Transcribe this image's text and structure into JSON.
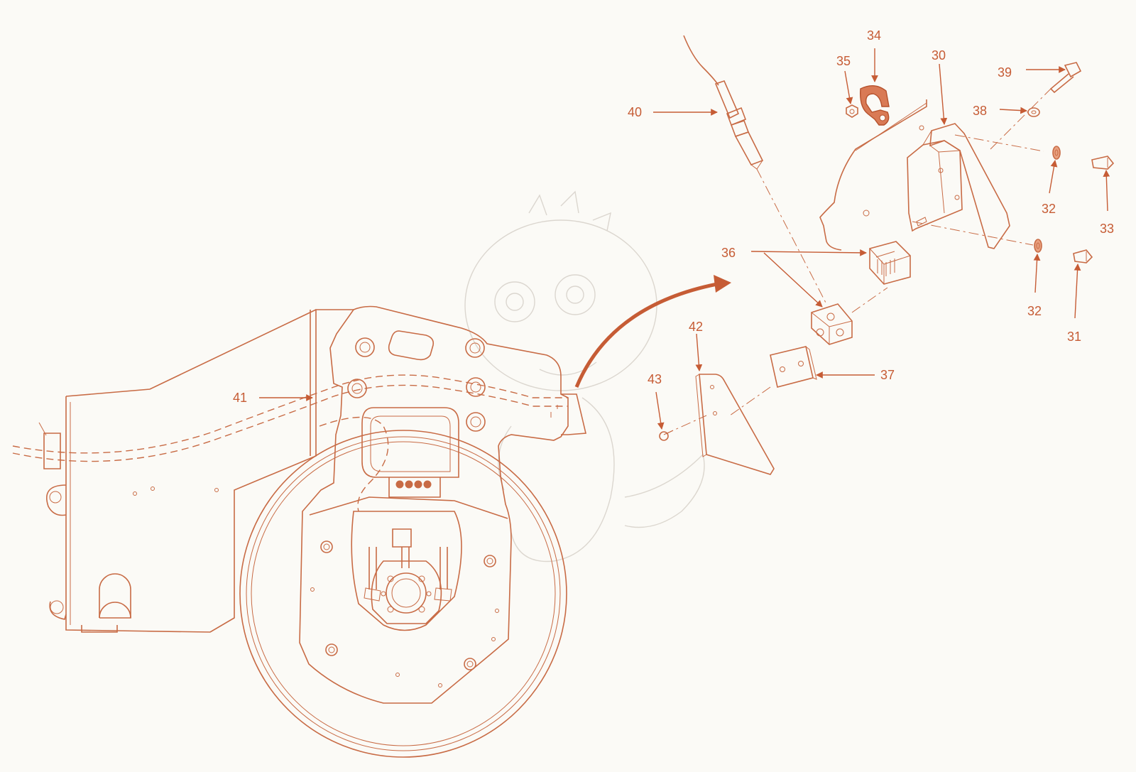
{
  "diagram": {
    "background": "#fbfaf6",
    "line_color": "#c86b45",
    "accent_color": "#c65c35",
    "highlight_fill": "#d97a55",
    "callouts": [
      {
        "id": "c30",
        "label": "30"
      },
      {
        "id": "c31",
        "label": "31"
      },
      {
        "id": "c32a",
        "label": "32"
      },
      {
        "id": "c32b",
        "label": "32"
      },
      {
        "id": "c33",
        "label": "33"
      },
      {
        "id": "c34",
        "label": "34"
      },
      {
        "id": "c35",
        "label": "35"
      },
      {
        "id": "c36",
        "label": "36"
      },
      {
        "id": "c37",
        "label": "37"
      },
      {
        "id": "c38",
        "label": "38"
      },
      {
        "id": "c39",
        "label": "39"
      },
      {
        "id": "c40",
        "label": "40"
      },
      {
        "id": "c41",
        "label": "41"
      },
      {
        "id": "c42",
        "label": "42"
      },
      {
        "id": "c43",
        "label": "43"
      }
    ]
  }
}
